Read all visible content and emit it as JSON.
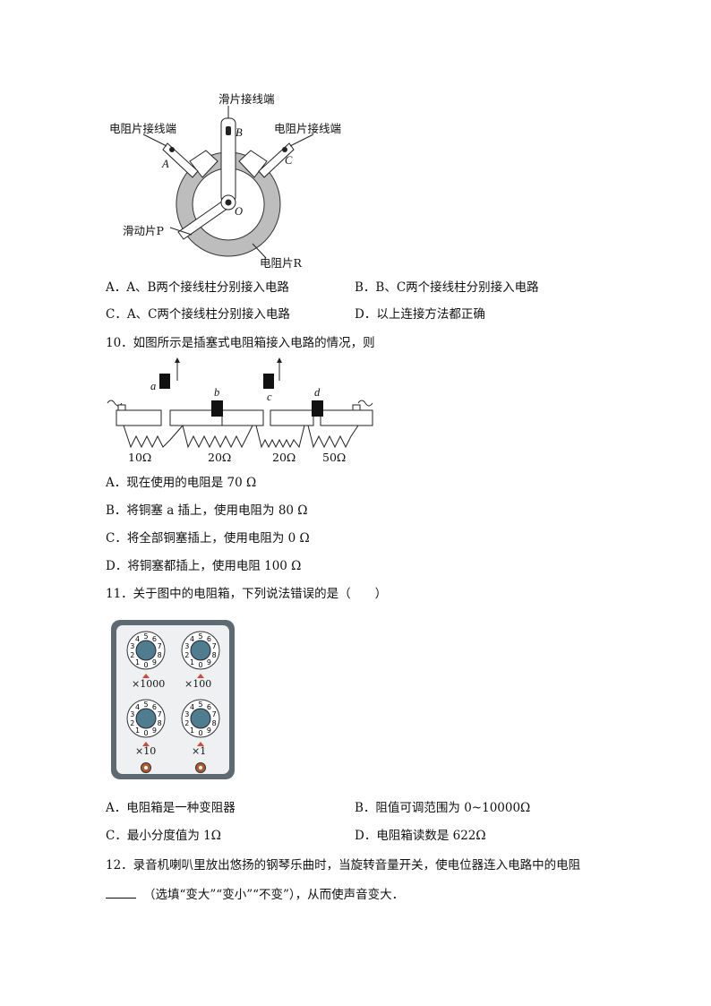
{
  "fig1": {
    "label_B_terminal": "滑片接线端",
    "label_A_terminal": "电阻片接线端",
    "label_C_terminal": "电阻片接线端",
    "letter_A": "A",
    "letter_B": "B",
    "letter_C": "C",
    "letter_O": "O",
    "label_slider": "滑动片P",
    "label_resistor": "电阻片R"
  },
  "q9_options": {
    "A": "A．A、B两个接线柱分别接入电路",
    "B": "B．B、C两个接线柱分别接入电路",
    "C": "C．A、C两个接线柱分别接入电路",
    "D": "D．以上连接方法都正确"
  },
  "q10": {
    "stem": "10．如图所示是插塞式电阻箱接入电路的情况，则",
    "plugs": [
      "a",
      "b",
      "c",
      "d"
    ],
    "resistors": [
      "10Ω",
      "20Ω",
      "20Ω",
      "50Ω"
    ],
    "options": {
      "A": "A．现在使用的电阻是 70 Ω",
      "B": "B．将铜塞 a 插上，使用电阻为 80 Ω",
      "C": "C．将全部铜塞插上，使用电阻为 0 Ω",
      "D": "D．将铜塞都插上，使用电阻 100 Ω"
    }
  },
  "q11": {
    "stem": "11．关于图中的电阻箱，下列说法错误的是（　　）",
    "dial_labels": [
      "×1000",
      "×100",
      "×10",
      "×1"
    ],
    "dial_digits": [
      "0",
      "1",
      "2",
      "3",
      "4",
      "5",
      "6",
      "7",
      "8",
      "9"
    ],
    "options": {
      "A": "A．电阻箱是一种变阻器",
      "B": "B．阻值可调范围为 0~10000Ω",
      "C": "C．最小分度值为 1Ω",
      "D": "D．电阻箱读数是 622Ω"
    }
  },
  "q12": {
    "line1": "12．录音机喇叭里放出悠扬的钢琴乐曲时，当旋转音量开关，使电位器连入电路中的电阻",
    "line2": "（选填“变大”“变小”“不变”），从而使声音变大．"
  }
}
